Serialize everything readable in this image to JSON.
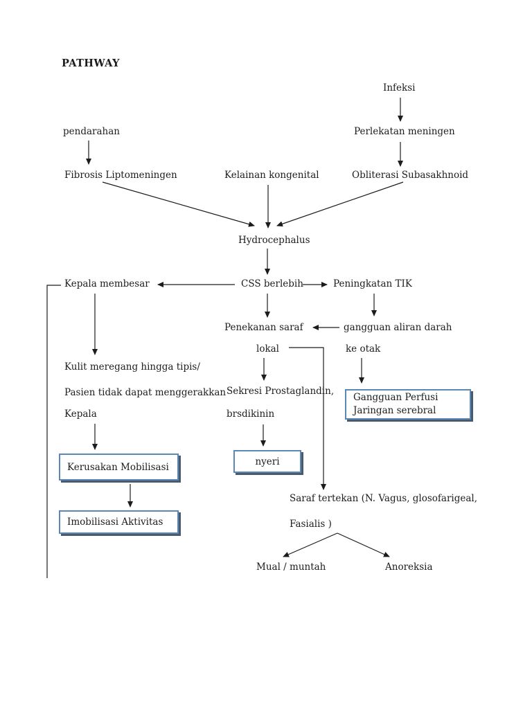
{
  "page": {
    "title": "PATHWAY"
  },
  "colors": {
    "text": "#1c1c1c",
    "line": "#1c1c1c",
    "box_border": "#5b87b7",
    "box_shadow": "#4a5a6e",
    "box_fill": "#ffffff",
    "background": "#ffffff"
  },
  "nodes": {
    "infeksi": "Infeksi",
    "pendarahan": "pendarahan",
    "perlekatan_meningen": "Perlekatan meningen",
    "fibrosis_liptomeningen": "Fibrosis Liptomeningen",
    "kelainan_kongenital": "Kelainan kongenital",
    "obliterasi_subasakhnoid": "Obliterasi Subasakhnoid",
    "hydrocephalus": "Hydrocephalus",
    "css_berlebih": "CSS berlebih",
    "kepala_membesar": "Kepala membesar",
    "peningkatan_tik": "Peningkatan TIK",
    "penekanan_saraf_line1": "Penekanan saraf",
    "penekanan_saraf_line2": "lokal",
    "gangguan_aliran_line1": "gangguan aliran darah",
    "gangguan_aliran_line2": "ke otak",
    "kulit_line1": "Kulit meregang hingga tipis/",
    "kulit_line2": "Pasien tidak dapat menggerakkan",
    "kulit_line3": "Kepala",
    "sekresi_line1": "Sekresi Prostaglandin,",
    "sekresi_line2": "brsdikinin",
    "kerusakan_mobilisasi": "Kerusakan Mobilisasi",
    "imobilisasi_aktivitas": "Imobilisasi Aktivitas",
    "nyeri": "nyeri",
    "gangguan_perfusi_line1": "Gangguan Perfusi",
    "gangguan_perfusi_line2": "Jaringan serebral",
    "saraf_tertekan_line1": "Saraf tertekan (N. Vagus, glosofarigeal,",
    "saraf_tertekan_line2": "Fasialis )",
    "mual_muntah": "Mual / muntah",
    "anoreksia": "Anoreksia"
  }
}
